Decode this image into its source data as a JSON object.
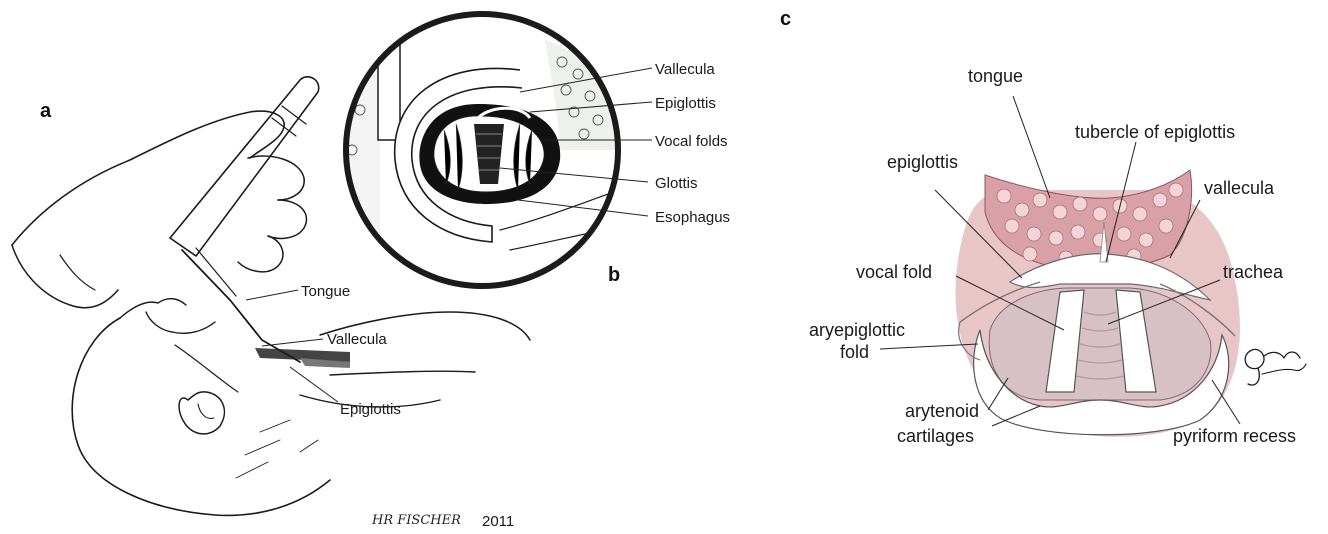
{
  "panels": {
    "a": "a",
    "b": "b",
    "c": "c"
  },
  "panel_a": {
    "labels": {
      "tongue": "Tongue",
      "vallecula": "Vallecula",
      "epiglottis": "Epiglottis"
    },
    "signature": {
      "name": "HR FISCHER",
      "year": "2011"
    }
  },
  "panel_b": {
    "labels": {
      "vallecula": "Vallecula",
      "epiglottis": "Epiglottis",
      "vocal_folds": "Vocal folds",
      "glottis": "Glottis",
      "esophagus": "Esophagus"
    }
  },
  "panel_c": {
    "labels": {
      "tongue": "tongue",
      "tubercle": "tubercle of epiglottis",
      "epiglottis": "epiglottis",
      "vallecula": "vallecula",
      "vocal_fold": "vocal fold",
      "trachea": "trachea",
      "aryepiglottic_1": "aryepiglottic",
      "aryepiglottic_2": "fold",
      "arytenoid_1": "arytenoid",
      "arytenoid_2": "cartilages",
      "pyriform": "pyriform recess"
    },
    "colors": {
      "tongue": "#d9a0a8",
      "mucosa": "#e8c6c8",
      "cartilage": "#ffffff"
    }
  }
}
